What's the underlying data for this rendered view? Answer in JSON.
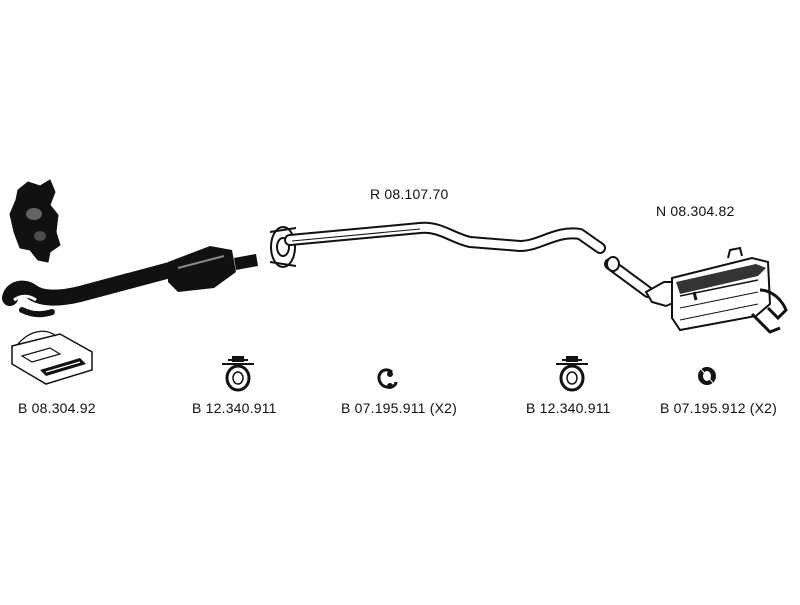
{
  "parts": {
    "center_pipe": {
      "code": "R 08.107.70"
    },
    "rear_silencer": {
      "code": "N 08.304.82"
    },
    "mounting_kit": {
      "code": "B 08.304.92"
    },
    "clamp_1": {
      "code": "B 12.340.911"
    },
    "hanger_ring": {
      "code": "B 07.195.911 (X2)"
    },
    "clamp_2": {
      "code": "B 12.340.911"
    },
    "rubber_mount": {
      "code": "B 07.195.912 (X2)"
    }
  },
  "colors": {
    "ink": "#111111",
    "background": "#ffffff"
  }
}
